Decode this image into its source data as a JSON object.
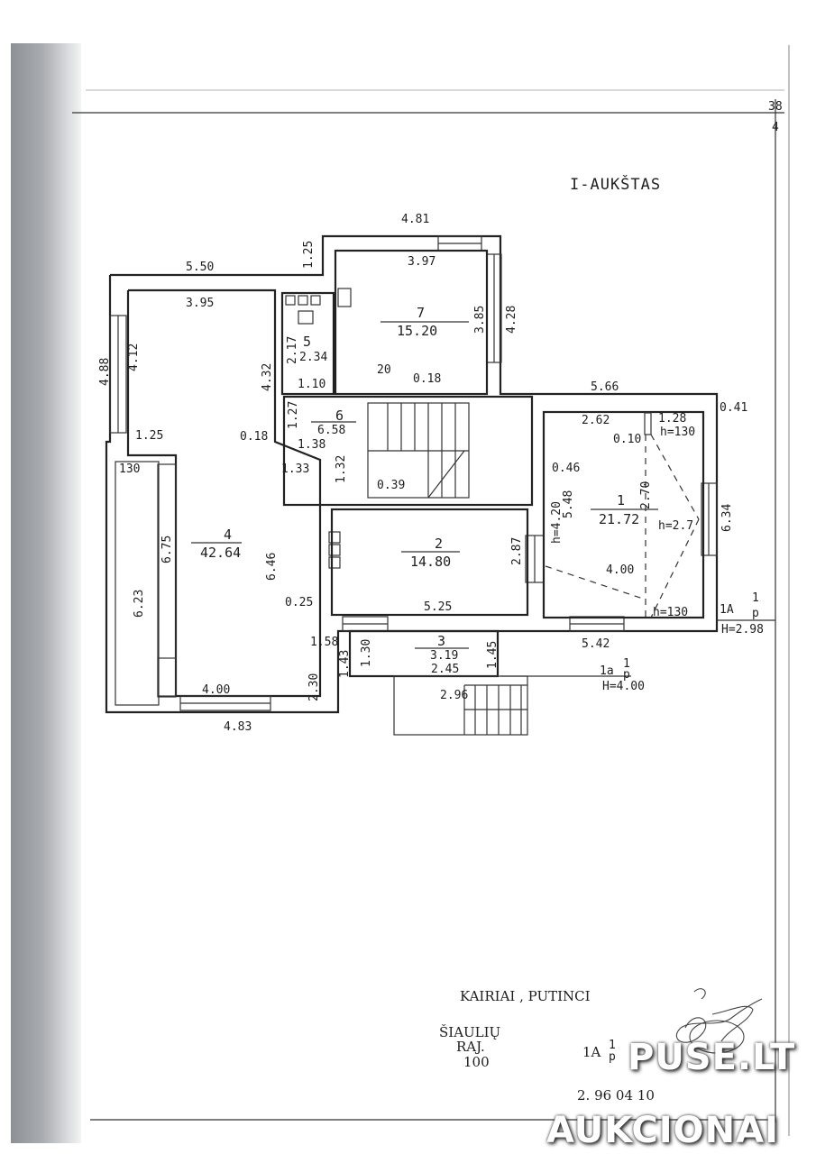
{
  "title": "I-AUKŠTAS",
  "sheet_number": [
    "38",
    "4"
  ],
  "rooms": [
    {
      "number": "7",
      "area": "15.20"
    },
    {
      "number": "5",
      "area": "2.34"
    },
    {
      "number": "6",
      "area": "6.58"
    },
    {
      "number": "4",
      "area": "42.64"
    },
    {
      "number": "2",
      "area": "14.80"
    },
    {
      "number": "1",
      "area": "21.72"
    },
    {
      "number": "3",
      "area": "3.19"
    }
  ],
  "dimensions": [
    "4.81",
    "1.25",
    "5.50",
    "3.97",
    "3.95",
    "3.85",
    "4.28",
    "4.88",
    "4.12",
    "4.32",
    "2.17",
    "1.10",
    "20",
    "0.18",
    "1.27",
    "0.18",
    "1.38",
    "1.25",
    "130",
    "1.33",
    "1.32",
    "0.39",
    "5.66",
    "0.41",
    "2.62",
    "1.28",
    "h=130",
    "0.10",
    "0.46",
    "2.70",
    "h=4.20",
    "5.48",
    "h=2.7",
    "6.34",
    "2.87",
    "4.00",
    "h=130",
    "6.75",
    "6.23",
    "6.46",
    "0.25",
    "5.25",
    "5.42",
    "H=2.98",
    "1.58",
    "1.43",
    "1.30",
    "2.45",
    "1.45",
    "2.30",
    "2.96",
    "4.00",
    "4.83",
    "H=4.00"
  ],
  "markers": {
    "main": "1A",
    "main_sub": "p",
    "main_sup": "1",
    "porch": "1a",
    "porch_sub": "p",
    "porch_sup": "1"
  },
  "notes": {
    "location": "KAIRIAI , PUTINCI",
    "district": "ŠIAULIŲ",
    "district_suffix": "RAJ.",
    "code": "100",
    "marker": "1A",
    "marker_sub": "p",
    "marker_sup": "1",
    "date": "2. 96 04 10"
  },
  "watermark": {
    "line1": "PUSE.LT",
    "line2": "AUKCIONAI"
  }
}
